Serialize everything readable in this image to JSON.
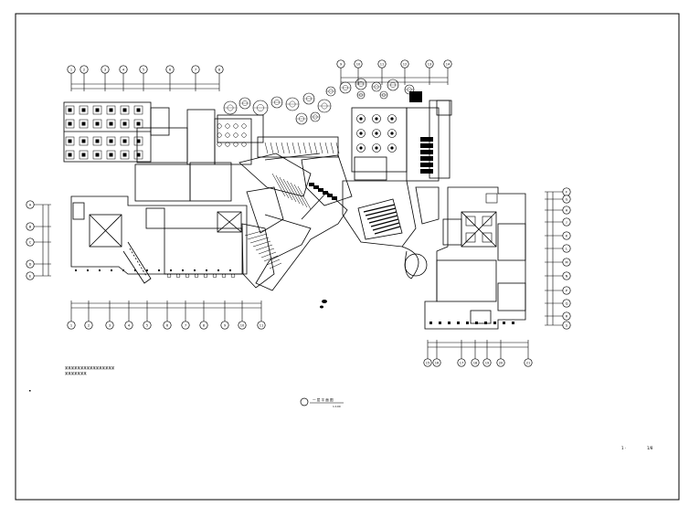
{
  "sheet": {
    "note_line_1": "某某某某某某某某某某某某某某某某",
    "note_line_2": "某某某某某某某",
    "plan_title": "一 层 平 面 图",
    "plan_scale": "1:100",
    "sheet_code": "1  ·",
    "sheet_number": "1/8"
  },
  "grids": {
    "top_left": [
      "1",
      "2",
      "3",
      "4",
      "5",
      "6",
      "7",
      "8"
    ],
    "top_right": [
      "9",
      "10",
      "11",
      "12",
      "13",
      "14"
    ],
    "left_rows": [
      "A",
      "B",
      "C",
      "D",
      "E"
    ],
    "right_rows": [
      "F",
      "G",
      "H",
      "J",
      "K",
      "L",
      "M",
      "N",
      "P",
      "Q",
      "R",
      "S"
    ],
    "bottom_left": [
      "1",
      "2",
      "3",
      "4",
      "5",
      "6",
      "7",
      "8",
      "9",
      "10",
      "11"
    ],
    "bottom_right": [
      "15",
      "16",
      "17",
      "18",
      "19",
      "20",
      "21"
    ]
  },
  "colors": {
    "line": "#000000",
    "paper": "#ffffff"
  }
}
